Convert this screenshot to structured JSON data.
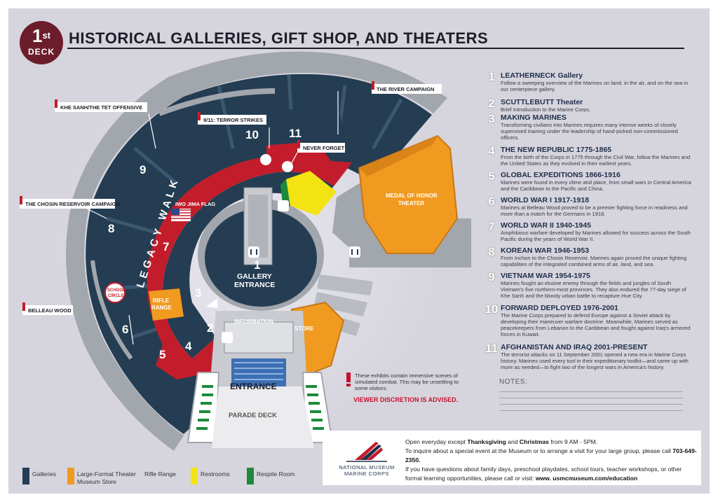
{
  "deck": {
    "number": "1",
    "suffix": "st",
    "label": "DECK"
  },
  "title": "HISTORICAL GALLERIES, GIFT SHOP, AND THEATERS",
  "map_labels": {
    "legacy_walk": "LEGACY WALK",
    "gallery_entrance_1": "GALLERY",
    "gallery_entrance_2": "ENTRANCE",
    "information": "INFORMATION",
    "entrance": "ENTRANCE",
    "parade_deck": "PARADE DECK",
    "store": "STORE",
    "rifle_range_1": "RIFLE",
    "rifle_range_2": "RANGE",
    "medal_of_honor_1": "MEDAL OF HONOR",
    "medal_of_honor_2": "THEATER",
    "school_circle_1": "SCHOOL",
    "school_circle_2": "CIRCLE",
    "iwo_jima_flag": "IWO JIMA FLAG"
  },
  "callouts": {
    "khe_sanh": "KHE SANH/THE TET OFFENSIVE",
    "river_campaign": "THE RIVER CAMPAIGN",
    "terror_strikes": "9/11: TERROR STRIKES",
    "never_forget": "NEVER FORGET",
    "chosin": "THE CHOSIN RESERVOIR CAMPAIGN",
    "belleau": "BELLEAU WOOD"
  },
  "map_numbers": [
    "1",
    "2",
    "3",
    "4",
    "5",
    "6",
    "7",
    "8",
    "9",
    "10",
    "11"
  ],
  "galleries": [
    {
      "num": "1",
      "title": "LEATHERNECK Gallery",
      "desc": "Follow a sweeping overview of the Marines on land, in the air, and on the sea in our centerpiece gallery."
    },
    {
      "num": "2",
      "title": "SCUTTLEBUTT Theater",
      "desc": "Brief Introduction to the Marine Corps."
    },
    {
      "num": "3",
      "title": "MAKING MARINES",
      "desc": "Transforming civilians into Marines requires many intense weeks of closely supervised training under the leadership of hand-picked non-commissioned officers."
    },
    {
      "num": "4",
      "title": "THE NEW REPUBLIC 1775-1865",
      "desc": "From the birth of the Corps in 1775 through the Civil War, follow the Marines and the United States as they evolved in their earliest years."
    },
    {
      "num": "5",
      "title": "GLOBAL EXPEDITIONS 1866-1916",
      "desc": "Marines were found in every clime and place, from small wars in Central America and the Caribbean to the Pacific and China."
    },
    {
      "num": "6",
      "title": "WORLD WAR I 1917-1918",
      "desc": "Marines at Belleau Wood proved to be a premier fighting force in readiness and more than a match for the Germans in 1918."
    },
    {
      "num": "7",
      "title": "WORLD WAR II 1940-1945",
      "desc": "Amphibious warfare developed by Marines allowed for success across the South Pacific during the years of World War II."
    },
    {
      "num": "8",
      "title": "KOREAN WAR 1946-1953",
      "desc": "From Inchon to the Chosin Reservoir, Marines again proved the unique fighting capabilities of the integrated combined arms of air, land, and sea."
    },
    {
      "num": "9",
      "title": "VIETNAM WAR 1954-1975",
      "desc": "Marines fought an elusive enemy through the fields and jungles of South Vietnam's five northern-most provinces. They also endured the 77-day siege of Khe Sanh and the bloody urban battle to recapture Hue City."
    },
    {
      "num": "10",
      "title": "FORWARD DEPLOYED 1976-2001",
      "desc": "The Marine Corps prepared to defend Europe against a Soviet attack by developing their maneuver warfare doctrine. Meanwhile, Marines served as peacekeepers from Lebanon to the Caribbean and fought against Iraq's armored forces in Kuwait."
    },
    {
      "num": "11",
      "title": "AFGHANISTAN AND IRAQ 2001-PRESENT",
      "desc": "The terrorist attacks on 11 September 2001 opened a new era in Marine Corps history. Marines used every tool in their expeditionary toolkit—and came up with more as needed—to fight two of the longest wars in America's history."
    }
  ],
  "notes_label": "NOTES:",
  "warning": {
    "text": "These exhibits contain immersive scenes of simulated combat. This may be unsettling to some visitors.",
    "advisory": "VIEWER DISCRETION IS ADVISED."
  },
  "info": {
    "logo_line1": "NATIONAL MUSEUM",
    "logo_line2": "MARINE CORPS",
    "line1_a": "Open everyday except ",
    "line1_b": "Thanksgiving",
    "line1_c": " and ",
    "line1_d": "Christmas",
    "line1_e": " from 9 AM - 5PM.",
    "line2_a": "To inquire about a special event at the Museum or to arrange a visit for your large group, please call ",
    "line2_b": "703-649-2350.",
    "line3_a": "If you have questions about family days, preschool playdates, school tours, teacher workshops, or other formal learning opportunities, please call or visit: ",
    "line3_b": "www. usmcmuseum.com/education"
  },
  "legend": [
    {
      "label": "Galleries",
      "color": "#243d52"
    },
    {
      "label": "Large-Format Theater",
      "label2": "Museum Store",
      "color": "#f09a1f"
    },
    {
      "label": "Rifle Range",
      "color": ""
    },
    {
      "label": "Restrooms",
      "color": "#f4e313"
    },
    {
      "label": "Respite Room",
      "color": "#1d8a3a"
    }
  ],
  "colors": {
    "gallery": "#243d52",
    "walk": "#c31d2b",
    "wall": "#9fa3aa",
    "theater": "#f09a1f",
    "restroom": "#f4e313",
    "respite": "#1d8a3a"
  }
}
